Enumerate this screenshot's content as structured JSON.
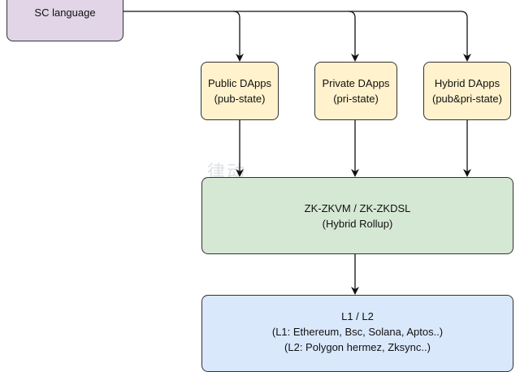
{
  "nodes": {
    "sc_language": {
      "label": "SC language"
    },
    "public_dapps": {
      "line1": "Public DApps",
      "line2": "(pub-state)"
    },
    "private_dapps": {
      "line1": "Private DApps",
      "line2": "(pri-state)"
    },
    "hybrid_dapps": {
      "line1": "Hybrid DApps",
      "line2": "(pub&pri-state)"
    },
    "zk": {
      "line1": "ZK-ZKVM / ZK-ZKDSL",
      "line2": "(Hybrid Rollup)"
    },
    "layers": {
      "line1": "L1 / L2",
      "line2": "(L1: Ethereum, Bsc, Solana, Aptos..)",
      "line3": "(L2: Polygon hermez, Zksync..)"
    }
  },
  "edges": [
    [
      "sc_language",
      "public_dapps"
    ],
    [
      "sc_language",
      "private_dapps"
    ],
    [
      "sc_language",
      "hybrid_dapps"
    ],
    [
      "public_dapps",
      "zk"
    ],
    [
      "private_dapps",
      "zk"
    ],
    [
      "hybrid_dapps",
      "zk"
    ],
    [
      "zk",
      "layers"
    ]
  ],
  "colors": {
    "sc_language": "#e1d5e7",
    "dapps": "#fff2cc",
    "zk": "#d5e8d4",
    "layers": "#dae8fc",
    "stroke": "#333333"
  },
  "watermark": "律动"
}
